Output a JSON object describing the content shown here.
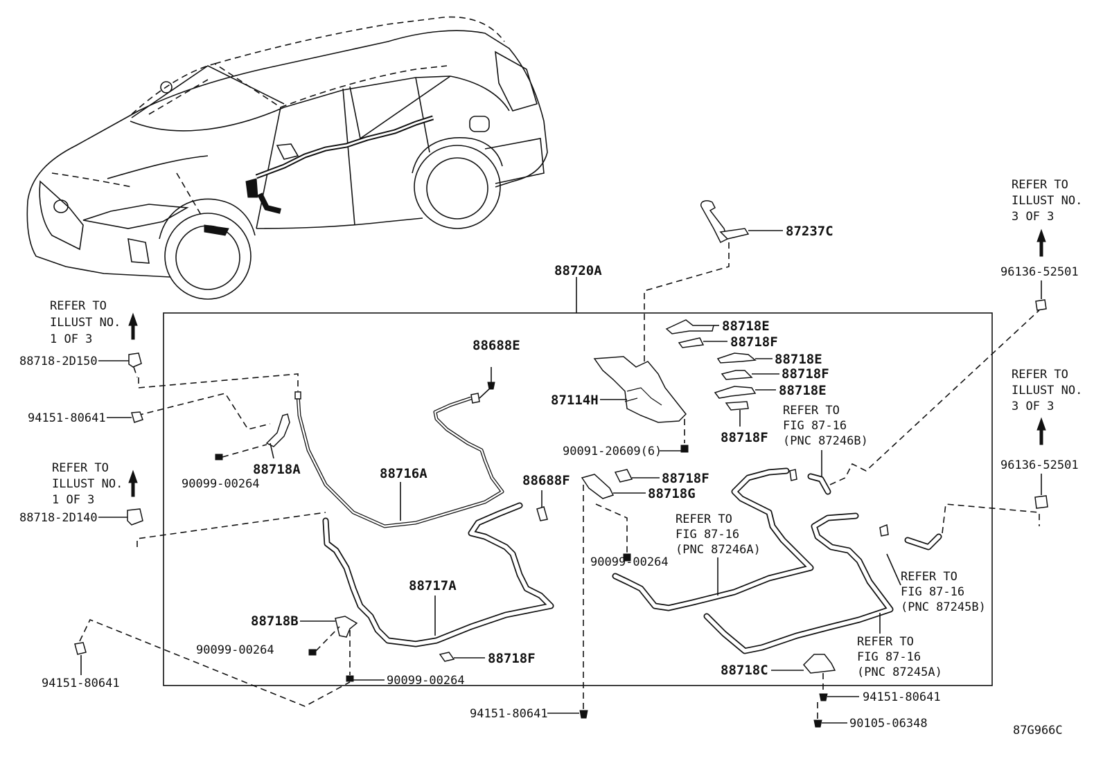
{
  "diagram_id": "87G966C",
  "assembly_label": "88720A",
  "labels": {
    "p87237C": "87237C",
    "p88718E_1": "88718E",
    "p88718F_1": "88718F",
    "p88718E_2": "88718E",
    "p88718F_2": "88718F",
    "p88718E_3": "88718E",
    "p88718F_3": "88718F",
    "p87114H": "87114H",
    "p90091": "90091-20609(6)",
    "p88688E": "88688E",
    "p88688F": "88688F",
    "p88718A": "88718A",
    "p90099_a": "90099-00264",
    "p88716A": "88716A",
    "p88717A": "88717A",
    "p88718B": "88718B",
    "p90099_b": "90099-00264",
    "p90099_c": "90099-00264",
    "p88718F_4": "88718F",
    "p88718F_5": "88718F",
    "p88718G": "88718G",
    "p90099_d": "90099-00264",
    "p94151_bottom": "94151-80641",
    "p88718C": "88718C",
    "p94151_br": "94151-80641",
    "p90105": "90105-06348",
    "p88718_2D150": "88718-2D150",
    "p94151_left_a": "94151-80641",
    "p88718_2D140": "88718-2D140",
    "p94151_left_b": "94151-80641",
    "p96136_a": "96136-52501",
    "p96136_b": "96136-52501"
  },
  "refs": {
    "illust_1a": [
      "REFER TO",
      "ILLUST NO.",
      "1 OF 3"
    ],
    "illust_1b": [
      "REFER TO",
      "ILLUST NO.",
      "1 OF 3"
    ],
    "illust_3a": [
      "REFER TO",
      "ILLUST NO.",
      "3 OF 3"
    ],
    "illust_3b": [
      "REFER TO",
      "ILLUST NO.",
      "3 OF 3"
    ],
    "fig_87246B": [
      "REFER TO",
      "FIG 87-16",
      "(PNC 87246B)"
    ],
    "fig_87246A": [
      "REFER TO",
      "FIG 87-16",
      "(PNC 87246A)"
    ],
    "fig_87245B": [
      "REFER TO",
      "FIG 87-16",
      "(PNC 87245B)"
    ],
    "fig_87245A": [
      "REFER TO",
      "FIG 87-16",
      "(PNC 87245A)"
    ]
  },
  "icons": {
    "up_arrow": "up-arrow-icon",
    "bolt": "bolt-icon",
    "clip": "clip-icon",
    "grommet": "grommet-icon"
  }
}
